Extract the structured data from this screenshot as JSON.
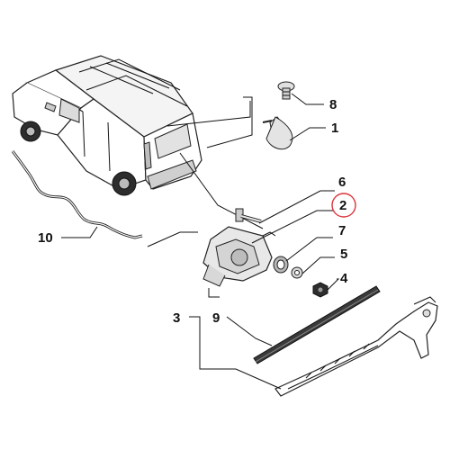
{
  "callouts": [
    {
      "id": "c8",
      "text": "8"
    },
    {
      "id": "c1",
      "text": "1"
    },
    {
      "id": "c6",
      "text": "6"
    },
    {
      "id": "c2",
      "text": "2",
      "highlighted": true
    },
    {
      "id": "c7",
      "text": "7"
    },
    {
      "id": "c5",
      "text": "5"
    },
    {
      "id": "c4",
      "text": "4"
    },
    {
      "id": "c3",
      "text": "3"
    },
    {
      "id": "c9",
      "text": "9"
    },
    {
      "id": "c10",
      "text": "10"
    }
  ],
  "colors": {
    "line": "#111111",
    "highlight_ring": "#d9343c",
    "part_fill": "#e6e6e6",
    "part_dark": "#3a3a3a"
  }
}
